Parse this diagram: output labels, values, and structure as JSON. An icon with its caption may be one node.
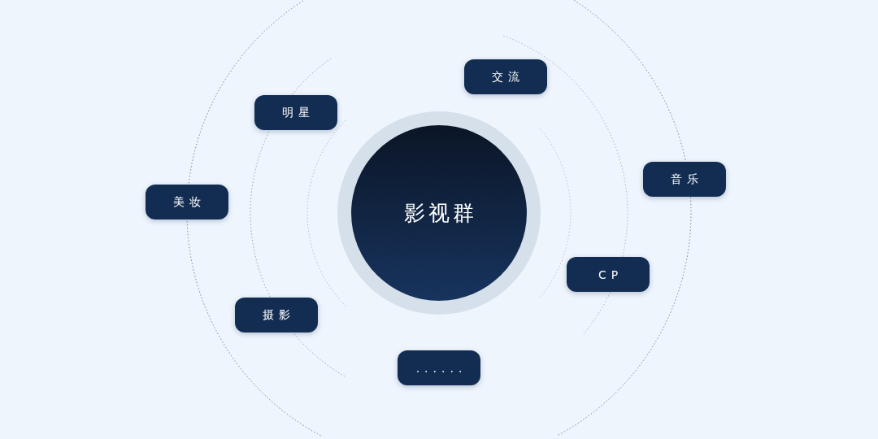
{
  "diagram": {
    "nodes": [
      {
        "text": [
          "影视群"
        ]
      },
      {
        "text": [
          "交流"
        ]
      },
      {
        "text": [
          "明星"
        ]
      },
      {
        "text": [
          "音乐"
        ]
      },
      {
        "text": [
          "美妆"
        ]
      },
      {
        "text": [
          "CP"
        ]
      },
      {
        "text": [
          "摄影"
        ]
      },
      {
        "text": [
          "......"
        ]
      }
    ]
  }
}
